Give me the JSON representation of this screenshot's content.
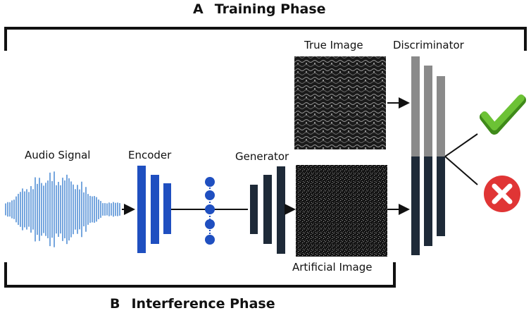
{
  "phase_top": {
    "letter": "A",
    "title": "Training Phase"
  },
  "phase_bottom": {
    "letter": "B",
    "title": "Interference Phase"
  },
  "labels": {
    "audio": "Audio Signal",
    "encoder": "Encoder",
    "generator": "Generator",
    "true_image": "True Image",
    "artificial_image": "Artificial Image",
    "discriminator": "Discriminator"
  },
  "colors": {
    "encoder": "#1f4fc0",
    "latent": "#1f4fc0",
    "generator": "#1e2a38",
    "disc_top": "#8a8a8a",
    "disc_bottom": "#1e2a38",
    "waveform": "#3a7fd0",
    "accept": "#5cb82a",
    "reject": "#e03535"
  },
  "icons": {
    "accept": "checkmark-icon",
    "reject": "cross-circle-icon"
  }
}
